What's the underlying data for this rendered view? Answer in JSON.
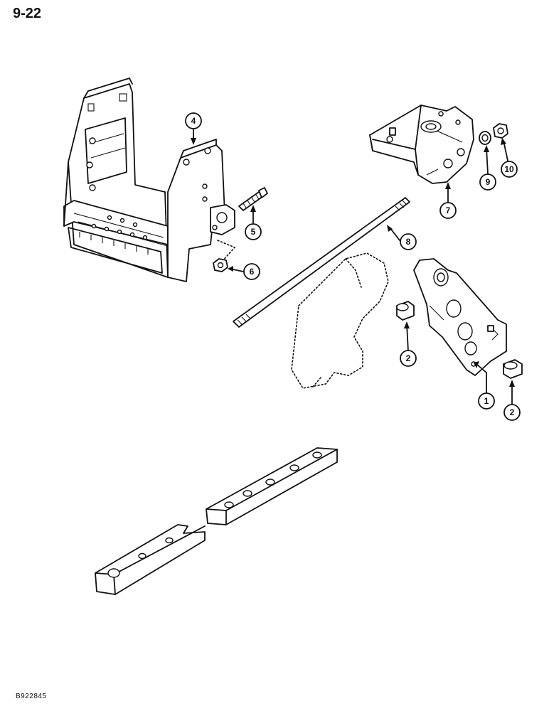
{
  "header": {
    "page_number": "9-22"
  },
  "footer": {
    "figure_id": "B922845"
  },
  "callouts": {
    "c1": "1",
    "c2a": "2",
    "c2b": "2",
    "c4": "4",
    "c5": "5",
    "c6": "6",
    "c7": "7",
    "c8": "8",
    "c9": "9",
    "c10": "10"
  }
}
